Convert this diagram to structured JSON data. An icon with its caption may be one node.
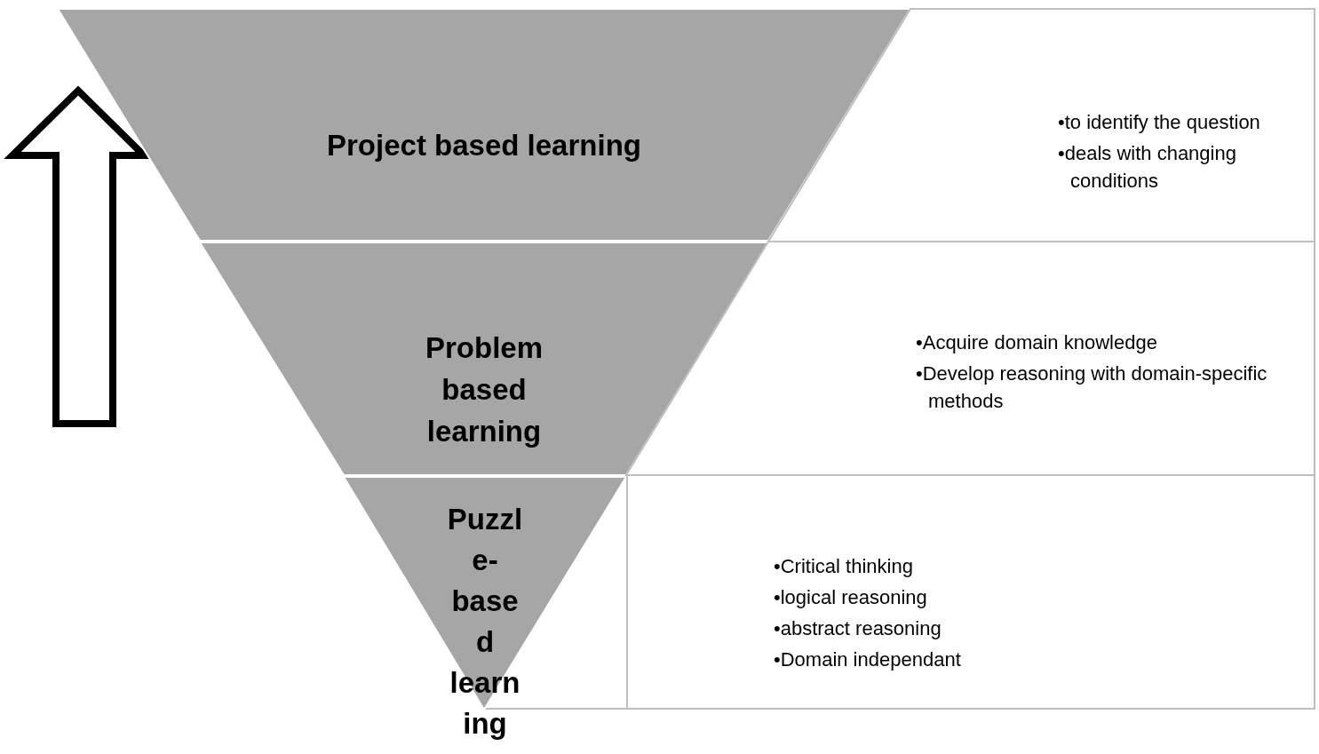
{
  "diagram": {
    "nodes": [
      {
        "text": [
          "Project based learning"
        ]
      },
      {
        "text": [
          "Problem based learning"
        ]
      },
      {
        "text": [
          "Puzzle-based learning"
        ]
      },
      {
        "text": [
          "•to identify the question",
          "•deals with changing conditions"
        ]
      },
      {
        "text": [
          "•Acquire domain knowledge",
          "•Develop reasoning with domain-specific methods"
        ]
      },
      {
        "text": [
          "•Critical thinking",
          "•logical reasoning",
          "•abstract reasoning",
          "•Domain independant"
        ]
      }
    ],
    "edges": []
  }
}
